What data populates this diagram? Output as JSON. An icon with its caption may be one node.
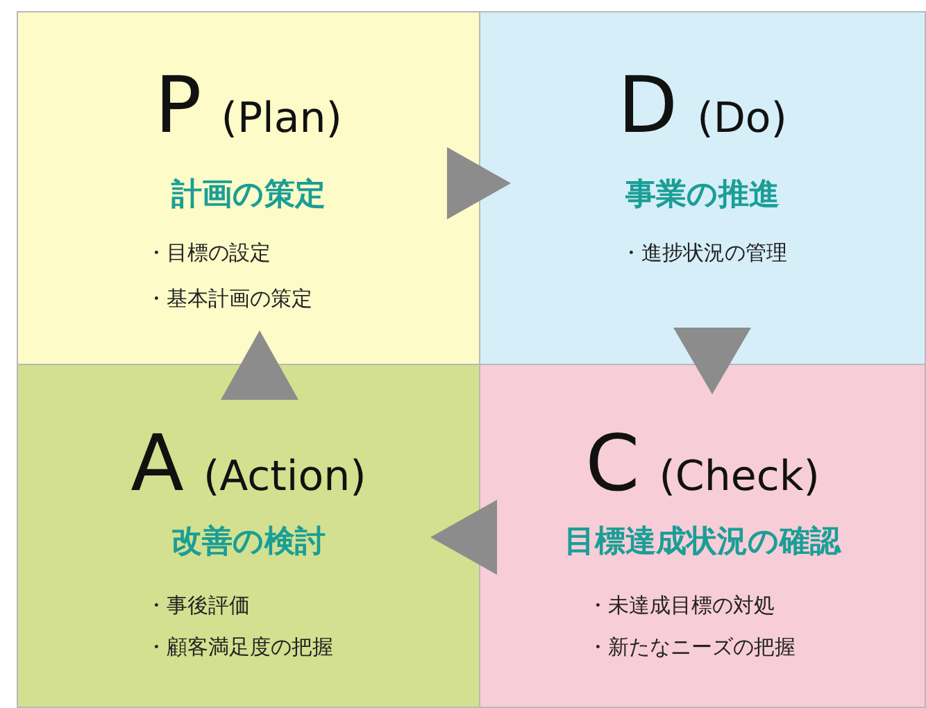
{
  "diagram": {
    "nodes": [
      {
        "text": [
          "P",
          "(Plan)",
          "計画の策定",
          "・目標の設定",
          "・基本計画の策定"
        ]
      },
      {
        "text": [
          "D",
          "(Do)",
          "事業の推進",
          "・進捗状況の管理"
        ]
      },
      {
        "text": [
          "A",
          "(Action)",
          "改善の検討",
          "・事後評価",
          "・顧客満足度の把握"
        ]
      },
      {
        "text": [
          "C",
          "(Check)",
          "目標達成状況の確認",
          "・未達成目標の対処",
          "・新たなニーズの把握"
        ]
      }
    ],
    "edges": [
      {
        "from": 0,
        "to": 1,
        "arrow": "to"
      },
      {
        "from": 1,
        "to": 3,
        "arrow": "to"
      },
      {
        "from": 3,
        "to": 2,
        "arrow": "to"
      },
      {
        "from": 2,
        "to": 0,
        "arrow": "to"
      }
    ]
  }
}
